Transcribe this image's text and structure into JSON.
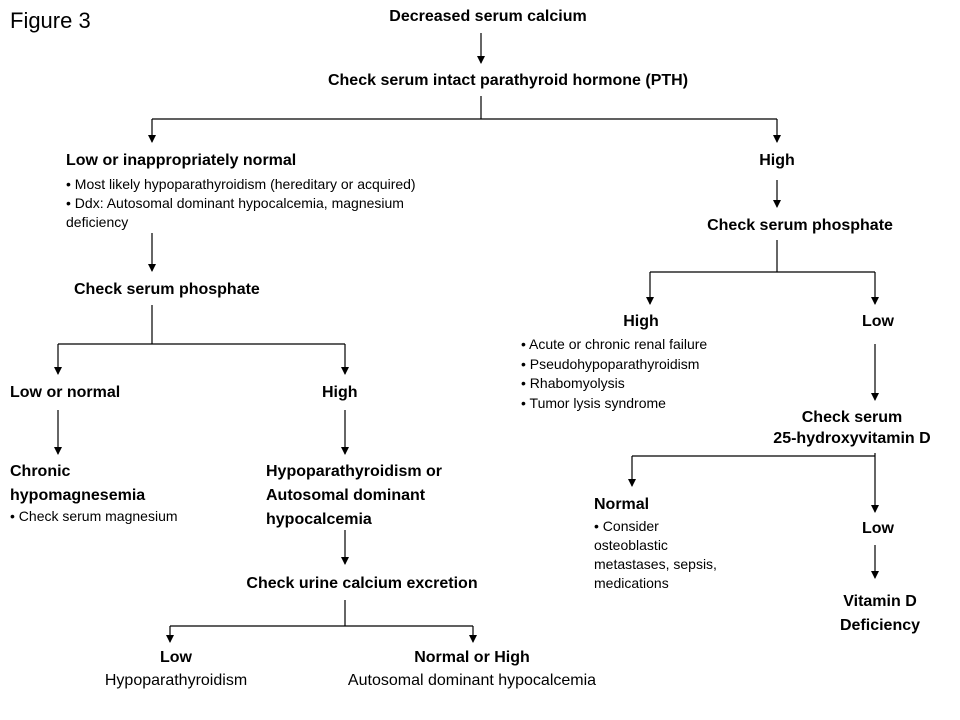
{
  "figure_label": "Figure 3",
  "root": "Decreased serum calcium",
  "check_pth": "Check serum intact parathyroid hormone (PTH)",
  "left": {
    "header": "Low or inappropriately normal",
    "bullets": [
      "• Most likely hypoparathyroidism (hereditary or acquired)",
      "• Ddx: Autosomal dominant hypocalcemia, magnesium",
      "deficiency"
    ],
    "check_phosphate": "Check serum phosphate",
    "low_or_normal": "Low or normal",
    "high": "High",
    "chronic_title": [
      "Chronic",
      "hypomagnesemia"
    ],
    "chronic_bullet": "• Check serum magnesium",
    "hypopara_title": [
      "Hypoparathyroidism or",
      "Autosomal dominant",
      "hypocalcemia"
    ],
    "check_urine": "Check urine calcium excretion",
    "low": "Low",
    "low_result": "Hypoparathyroidism",
    "normal_or_high": "Normal or High",
    "normal_or_high_result": "Autosomal dominant hypocalcemia"
  },
  "right": {
    "header": "High",
    "check_phosphate": "Check serum phosphate",
    "high": "High",
    "high_bullets": [
      "• Acute or chronic renal failure",
      "• Pseudohypoparathyroidism",
      "• Rhabomyolysis",
      "• Tumor lysis syndrome"
    ],
    "low": "Low",
    "check_vitd": [
      "Check serum",
      "25-hydroxyvitamin D"
    ],
    "normal": "Normal",
    "normal_bullets": [
      "•  Consider",
      "osteoblastic",
      "metastases, sepsis,",
      "medications"
    ],
    "vitd_low": "Low",
    "vitd_deficiency": [
      "Vitamin D",
      "Deficiency"
    ]
  }
}
